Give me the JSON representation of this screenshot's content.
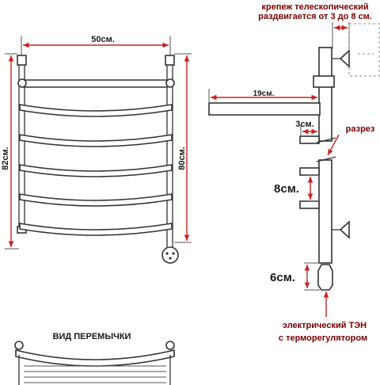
{
  "labels": {
    "width_top": "50см.",
    "height_outer": "82см.",
    "height_inner": "80см.",
    "mount_note_line1": "крепеж телескопический",
    "mount_note_line2": "раздвигается от 3 до 8 см.",
    "depth": "19см.",
    "offset_small": "3см.",
    "cut": "разрез",
    "spacing": "8см.",
    "heater_height": "6см.",
    "heater_line1": "электрический  ТЭН",
    "heater_line2": "с терморегулятором",
    "bridge_view": "ВИД ПЕРЕМЫЧКИ"
  },
  "colors": {
    "dimension_lines": "#cc2222",
    "outline": "#333333",
    "text": "#1a1a1a"
  }
}
